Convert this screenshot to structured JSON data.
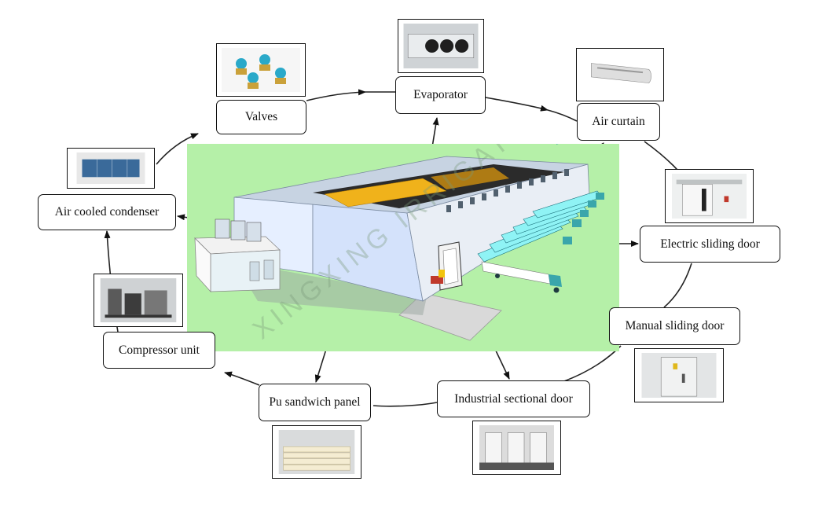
{
  "scene": {
    "background_color": "#b5f0a8",
    "watermark": "XINGXING IRRIGATION"
  },
  "components": [
    {
      "id": "valves",
      "label": "Valves",
      "icon": "valves-icon"
    },
    {
      "id": "evaporator",
      "label": "Evaporator",
      "icon": "evaporator-icon"
    },
    {
      "id": "air-curtain",
      "label": "Air curtain",
      "icon": "air-curtain-icon"
    },
    {
      "id": "electric-sliding-door",
      "label": "Electric sliding door",
      "icon": "electric-sliding-door-icon"
    },
    {
      "id": "manual-sliding-door",
      "label": "Manual sliding door",
      "icon": "manual-sliding-door-icon"
    },
    {
      "id": "industrial-sectional-door",
      "label": "Industrial sectional door",
      "icon": "industrial-sectional-door-icon"
    },
    {
      "id": "pu-sandwich-panel",
      "label": "Pu sandwich panel",
      "icon": "pu-sandwich-panel-icon"
    },
    {
      "id": "compressor-unit",
      "label": "Compressor unit",
      "icon": "compressor-unit-icon"
    },
    {
      "id": "air-cooled-condenser",
      "label": "Air cooled condenser",
      "icon": "air-cooled-condenser-icon"
    }
  ]
}
